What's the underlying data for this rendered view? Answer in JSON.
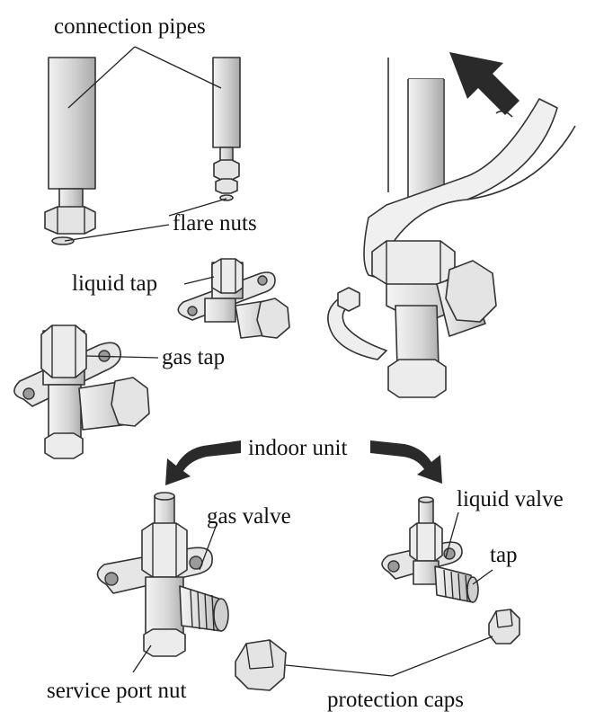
{
  "labels": {
    "connection_pipes": "connection pipes",
    "flare_nuts": "flare nuts",
    "liquid_tap": "liquid tap",
    "gas_tap": "gas tap",
    "indoor_unit": "indoor unit",
    "gas_valve": "gas valve",
    "liquid_valve": "liquid valve",
    "tap": "tap",
    "service_port_nut": "service port nut",
    "protection_caps": "protection caps"
  },
  "colors": {
    "outline": "#333333",
    "metal_fill": "#e4e4e4",
    "metal_shadow": "#b8b8b8",
    "arrow": "#2a2a2a"
  }
}
